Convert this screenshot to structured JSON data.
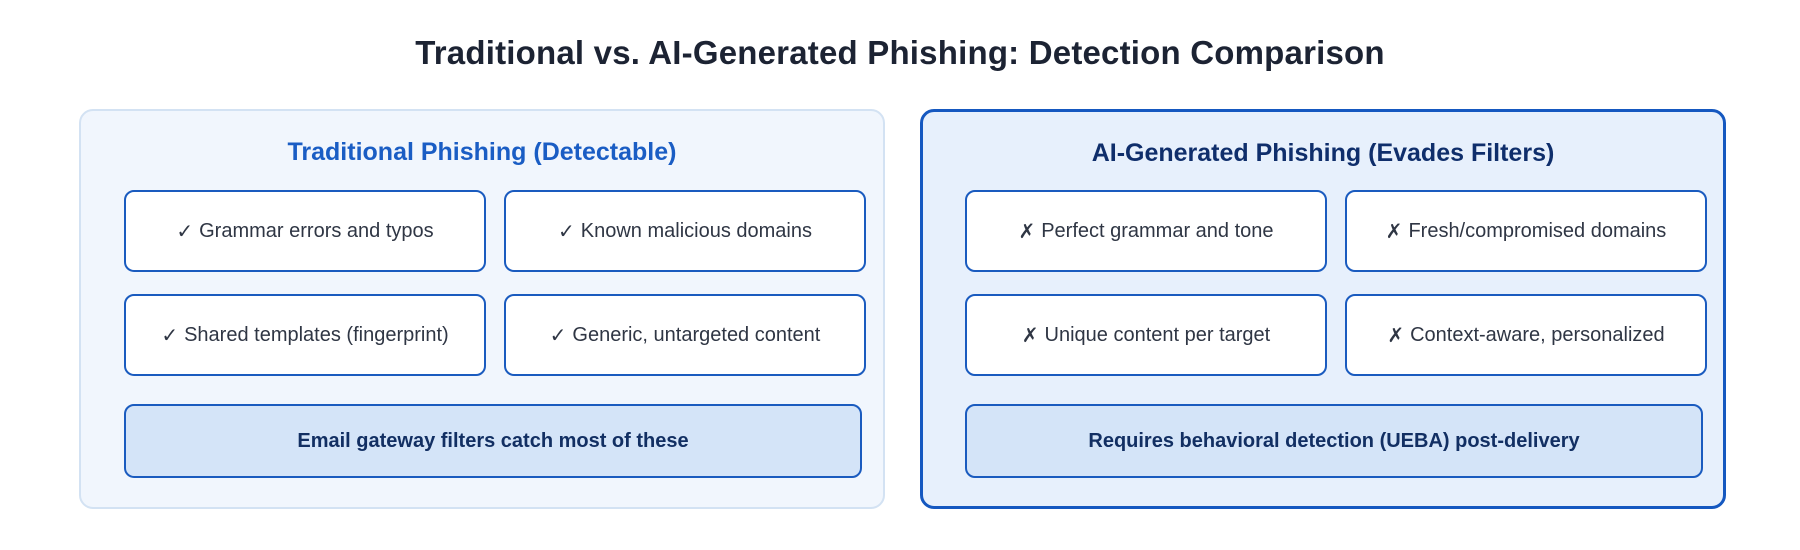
{
  "title": "Traditional vs. AI-Generated Phishing: Detection Comparison",
  "panels": {
    "traditional": {
      "title": "Traditional Phishing (Detectable)",
      "mark": "✓",
      "items": [
        "Grammar errors and typos",
        "Known malicious domains",
        "Shared templates (fingerprint)",
        "Generic, untargeted content"
      ],
      "summary": "Email gateway filters catch most of these"
    },
    "ai_generated": {
      "title": "AI-Generated Phishing (Evades Filters)",
      "mark": "✗",
      "items": [
        "Perfect grammar and tone",
        "Fresh/compromised domains",
        "Unique content per target",
        "Context-aware, personalized"
      ],
      "summary": "Requires behavioral detection (UEBA) post-delivery"
    }
  },
  "colors": {
    "accent": "#1a5bbf",
    "left_title": "#1a5dc4",
    "right_title": "#0f2e6b",
    "left_panel_bg": "#f1f6fd",
    "right_panel_bg": "#e7f0fc",
    "summary_bg": "#d4e4f8"
  },
  "icons": {
    "detectable": "check-icon",
    "evades": "cross-icon"
  }
}
